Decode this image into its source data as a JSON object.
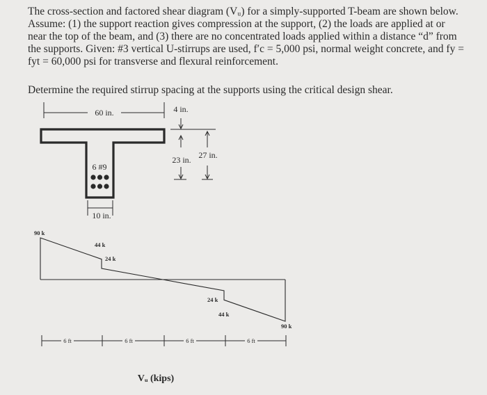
{
  "problem": {
    "statement": "The cross-section and factored shear diagram (Vᵤ) for a simply-supported T-beam are shown below. Assume: (1) the support reaction gives compression at the support, (2) the loads are applied at or near the top of the beam, and (3) there are no concentrated loads applied within a distance “d” from the supports. Given: #3 vertical U-stirrups are used, f′c = 5,000 psi, normal weight concrete, and fy = fyt = 60,000 psi for transverse and flexural reinforcement.",
    "question": "Determine the required stirrup spacing at the supports using the critical design shear."
  },
  "cross_section": {
    "flange_width": "60 in.",
    "flange_thickness": "4 in.",
    "effective_depth": "23 in.",
    "total_depth": "27 in.",
    "rebar": "6 #9",
    "web_width": "10 in."
  },
  "shear_diagram": {
    "left_end_value": "90 k",
    "left_step_top": "44 k",
    "left_step_bottom": "24 k",
    "right_step_top": "24 k",
    "right_step_bottom": "44 k",
    "right_end_value": "90 k",
    "segments": [
      "6 ft",
      "6 ft",
      "6 ft",
      "6 ft"
    ],
    "axis_label": "Vᵤ (kips)"
  },
  "chart_data": {
    "type": "line",
    "x": [
      0,
      6,
      6,
      12,
      18,
      18,
      24
    ],
    "y": [
      90,
      44,
      24,
      0,
      -24,
      -44,
      -90
    ],
    "xlabel": "",
    "ylabel": "Vᵤ (kips)",
    "xlim": [
      0,
      24
    ],
    "ylim": [
      -90,
      90
    ]
  }
}
